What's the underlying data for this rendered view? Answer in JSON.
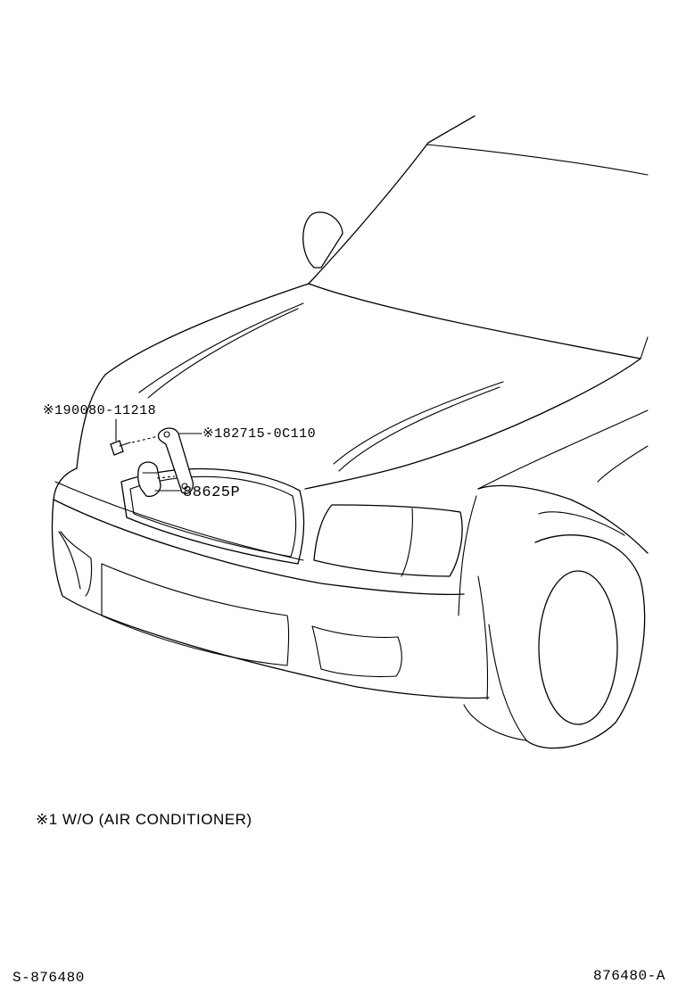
{
  "callouts": {
    "bolt": "※190080-11218",
    "bracket": "※182715-0C110",
    "horn": "88625P"
  },
  "footnote": "※1 W/O (AIR CONDITIONER)",
  "footer": {
    "left_code": "S-876480",
    "right_code": "876480-A"
  }
}
